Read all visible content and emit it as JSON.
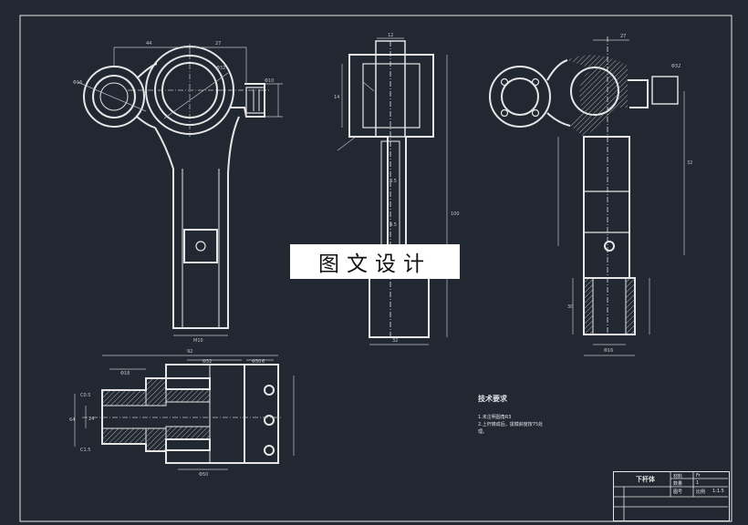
{
  "watermark": "图文设计",
  "technical_requirements": {
    "title": "技术要求",
    "items": [
      "1.未注明圆角R3",
      "2.上杆铸成后，拔模斜度按75处",
      "理。"
    ]
  },
  "title_block": {
    "part_name": "下杆体",
    "material": "材料",
    "material_value": "Fr",
    "quantity": "数量",
    "quantity_value": "1",
    "drawing_no": "图号",
    "scale": "比例",
    "scale_value": "1:1.5"
  },
  "dimensions": {
    "top_left": {
      "d1": "44",
      "d2": "27",
      "d3": "Φ32",
      "d4": "Φ16",
      "d5": "Φ10",
      "d6": "M10"
    },
    "bottom_left": {
      "d1": "92",
      "d2": "Φ18",
      "d3": "Φ32",
      "d4": "Φ30",
      "d5": "6",
      "d6": "C0.5",
      "d7": "64",
      "d8": "24",
      "d9": "C1.5",
      "d10": "Φ50"
    },
    "middle": {
      "d1": "12",
      "d2": "4.5",
      "d3": "4.5",
      "d4": "100",
      "d5": "14",
      "d6": "32"
    },
    "right": {
      "d1": "27",
      "d2": "Φ32",
      "d3": "32",
      "d4": "30",
      "d5": "Φ16"
    }
  },
  "colors": {
    "background": "#222831",
    "lines": "#e6e6e6",
    "hatch": "#cfcfcf",
    "dims": "#bfc4c9"
  }
}
